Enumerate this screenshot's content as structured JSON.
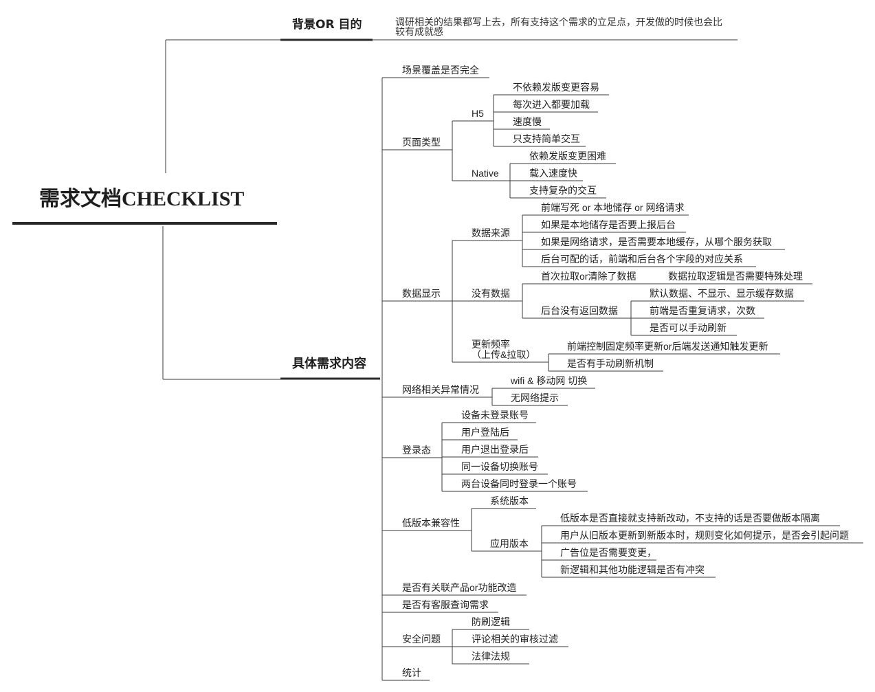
{
  "root": {
    "title": "需求文档CHECKLIST"
  },
  "background": {
    "label": "背景OR 目的",
    "note": "调研相关的结果都写上去，所有支持这个需求的立足点，开发做的时候也会比较有成就感"
  },
  "requirements": {
    "label": "具体需求内容",
    "items": [
      {
        "label": "场景覆盖是否完全"
      },
      {
        "label": "页面类型",
        "children": [
          {
            "label": "H5",
            "children": [
              {
                "label": "不依赖发版变更容易"
              },
              {
                "label": "每次进入都要加载"
              },
              {
                "label": "速度慢"
              },
              {
                "label": "只支持简单交互"
              }
            ]
          },
          {
            "label": "Native",
            "children": [
              {
                "label": "依赖发版变更困难"
              },
              {
                "label": "载入速度快"
              },
              {
                "label": "支持复杂的交互"
              }
            ]
          }
        ]
      },
      {
        "label": "数据显示",
        "children": [
          {
            "label": "数据来源",
            "children": [
              {
                "label": "前端写死 or 本地储存 or 网络请求"
              },
              {
                "label": "如果是本地储存是否要上报后台"
              },
              {
                "label": "如果是网络请求，是否需要本地缓存，从哪个服务获取"
              },
              {
                "label": "后台可配的话，前端和后台各个字段的对应关系"
              }
            ]
          },
          {
            "label": "没有数据",
            "children": [
              {
                "label": "首次拉取or清除了数据",
                "children": [
                  {
                    "label": "数据拉取逻辑是否需要特殊处理"
                  }
                ]
              },
              {
                "label": "后台没有返回数据",
                "children": [
                  {
                    "label": "默认数据、不显示、显示缓存数据"
                  },
                  {
                    "label": "前端是否重复请求，次数"
                  },
                  {
                    "label": "是否可以手动刷新"
                  }
                ]
              }
            ]
          },
          {
            "label": "更新频率\n（上传&拉取）",
            "children": [
              {
                "label": "前端控制固定频率更新or后端发送通知触发更新"
              },
              {
                "label": "是否有手动刷新机制"
              }
            ]
          }
        ]
      },
      {
        "label": "网络相关异常情况",
        "children": [
          {
            "label": "wifi & 移动网 切换"
          },
          {
            "label": "无网络提示"
          }
        ]
      },
      {
        "label": "登录态",
        "children": [
          {
            "label": "设备未登录账号"
          },
          {
            "label": "用户登陆后"
          },
          {
            "label": "用户退出登录后"
          },
          {
            "label": "同一设备切换账号"
          },
          {
            "label": "两台设备同时登录一个账号"
          }
        ]
      },
      {
        "label": "低版本兼容性",
        "children": [
          {
            "label": "系统版本"
          },
          {
            "label": "应用版本",
            "children": [
              {
                "label": "低版本是否直接就支持新改动，不支持的话是否要做版本隔离"
              },
              {
                "label": "用户从旧版本更新到新版本时，规则变化如何提示，是否会引起问题"
              },
              {
                "label": "广告位是否需要变更，"
              },
              {
                "label": "新逻辑和其他功能逻辑是否有冲突"
              }
            ]
          }
        ]
      },
      {
        "label": "是否有关联产品or功能改造"
      },
      {
        "label": "是否有客服查询需求"
      },
      {
        "label": "安全问题",
        "children": [
          {
            "label": "防刷逻辑"
          },
          {
            "label": "评论相关的审核过滤"
          },
          {
            "label": "法律法规"
          }
        ]
      },
      {
        "label": "统计"
      }
    ]
  },
  "colors": {
    "line": "#3a3a3a",
    "thick_line": "#2a2a2a",
    "text": "#222222",
    "background": "#ffffff"
  }
}
